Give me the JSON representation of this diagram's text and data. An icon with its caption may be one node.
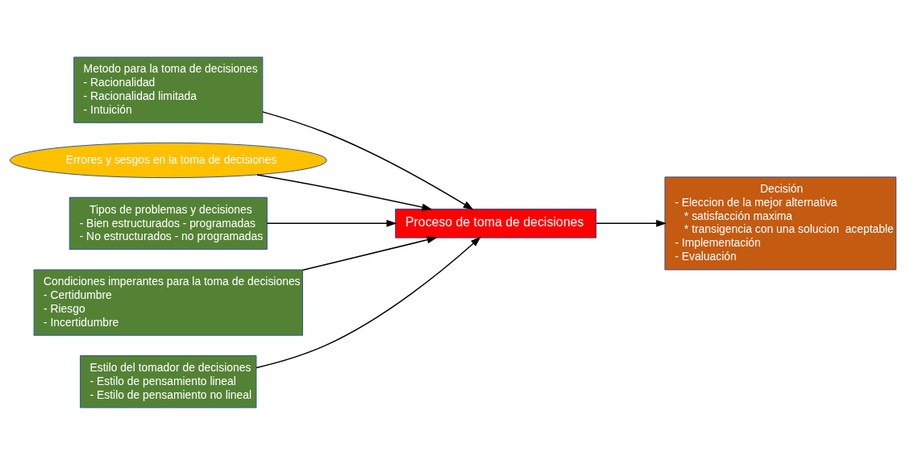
{
  "diagram": {
    "nodes": [
      {
        "text": [
          "Metodo para la toma de decisiones",
          "- Racionalidad",
          "- Racionalidad limitada",
          "- Intuición"
        ]
      },
      {
        "text": [
          "Errores y sesgos en la toma de decisiones"
        ]
      },
      {
        "text": [
          "Tipos de problemas y decisiones",
          "- Bien estructurados - programadas",
          "- No estructurados - no programadas"
        ]
      },
      {
        "text": [
          "Proceso de toma de decisiones"
        ]
      },
      {
        "text": [
          "Decisión",
          "- Eleccion de la mejor alternativa",
          "* satisfacción maxima",
          "* transigencia con una solucion  aceptable",
          "- Implementación",
          "- Evaluación"
        ]
      },
      {
        "text": [
          "Condiciones imperantes para la toma de decisiones",
          "- Certidumbre",
          "- Riesgo",
          "- Incertidumbre"
        ]
      },
      {
        "text": [
          "Estilo del tomador de decisiones",
          "- Estilo de pensamiento lineal",
          "- Estilo de pensamiento no lineal"
        ]
      }
    ],
    "edges": [
      {
        "from": 0,
        "to": 3,
        "arrow": "to"
      },
      {
        "from": 1,
        "to": 3,
        "arrow": "to"
      },
      {
        "from": 2,
        "to": 3,
        "arrow": "to"
      },
      {
        "from": 3,
        "to": 4,
        "arrow": "to"
      },
      {
        "from": 5,
        "to": 3,
        "arrow": "to"
      },
      {
        "from": 6,
        "to": 3,
        "arrow": "to"
      }
    ]
  }
}
